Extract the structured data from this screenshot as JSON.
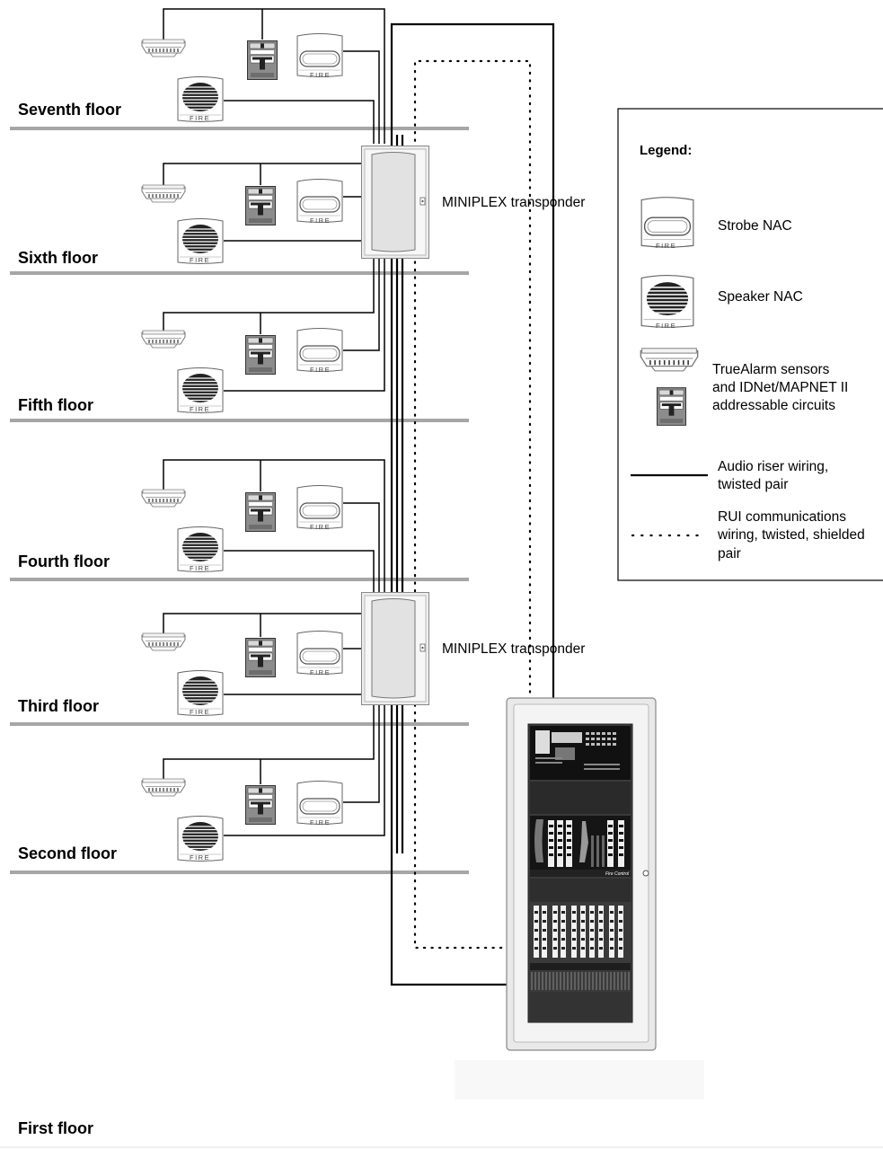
{
  "floors": [
    {
      "label": "Seventh floor"
    },
    {
      "label": "Sixth floor"
    },
    {
      "label": "Fifth floor"
    },
    {
      "label": "Fourth floor"
    },
    {
      "label": "Third floor"
    },
    {
      "label": "Second floor"
    },
    {
      "label": "First floor"
    }
  ],
  "transponders": [
    {
      "label": "MINIPLEX transponder"
    },
    {
      "label": "MINIPLEX transponder"
    }
  ],
  "device_text": {
    "fire": "FIRE",
    "panel_badge": "Fire Control"
  },
  "legend": {
    "title": "Legend:",
    "strobe": "Strobe NAC",
    "speaker": "Speaker NAC",
    "sensors": [
      "TrueAlarm sensors",
      "and IDNet/MAPNET II",
      "addressable circuits"
    ],
    "audio": [
      "Audio riser wiring,",
      "twisted pair"
    ],
    "rui": [
      "RUI communications",
      "wiring, twisted, shielded",
      "pair"
    ]
  },
  "colors": {
    "floor_line": "#a6a6a6",
    "wire": "#000000",
    "device_gray": "#8c8c8c",
    "panel_gray": "#e9e9e9"
  }
}
